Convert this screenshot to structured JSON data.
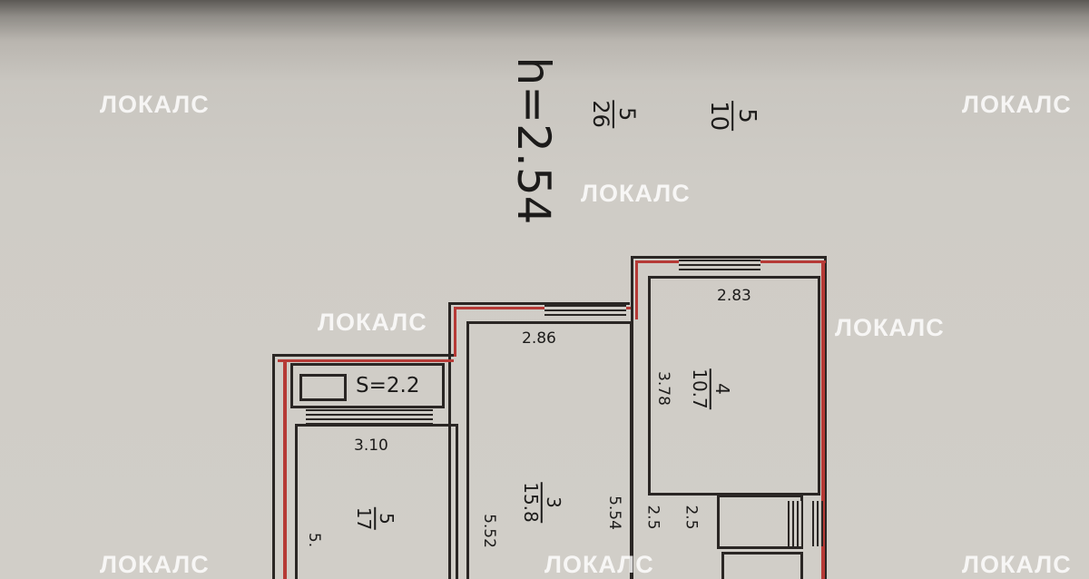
{
  "watermark": "ЛОКАЛС",
  "header": {
    "ceiling_height": "h=2.54",
    "fraction_1": {
      "numerator": "5",
      "denominator": "10"
    },
    "fraction_2": {
      "numerator": "5",
      "denominator": "26"
    }
  },
  "rooms": {
    "room_4": {
      "number": "4",
      "area": "10.7",
      "width": "2.83",
      "length": "3.78"
    },
    "room_3": {
      "number": "3",
      "area": "15.8",
      "width": "2.86",
      "length_left": "5.52",
      "length_right": "5.54"
    },
    "balcony": {
      "area_label": "S=2.2"
    },
    "room_5": {
      "number": "5",
      "area": "17",
      "width": "3.10",
      "length": "5."
    },
    "hall": {
      "dim_1": "2.5",
      "dim_2": "2.5"
    }
  },
  "colors": {
    "wall_red": "#b63a36",
    "paper": "#d1cec8",
    "ink": "#1c1b1a"
  }
}
